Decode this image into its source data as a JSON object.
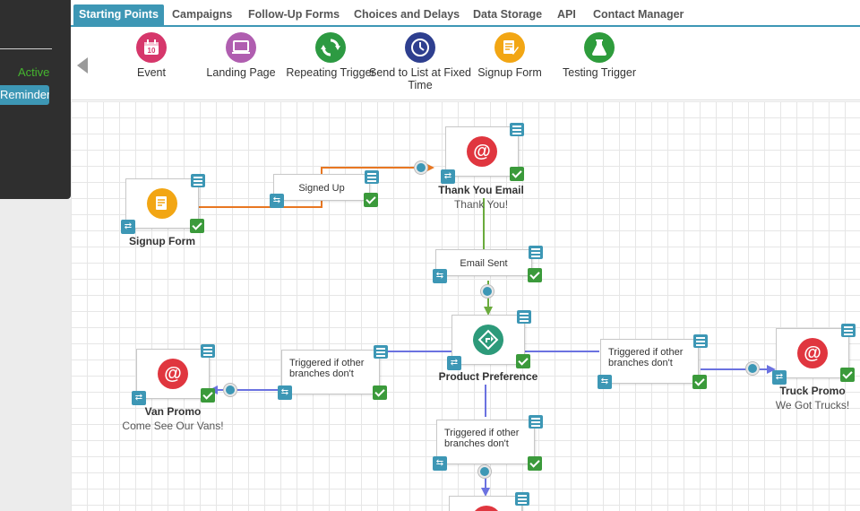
{
  "sidebar": {
    "status": "Active",
    "reminders_button": "Reminders"
  },
  "tabs": [
    {
      "label": "Starting Points",
      "active": true
    },
    {
      "label": "Campaigns"
    },
    {
      "label": "Follow-Up Forms"
    },
    {
      "label": "Choices and Delays"
    },
    {
      "label": "Data Storage"
    },
    {
      "label": "API"
    },
    {
      "label": "Contact Manager"
    }
  ],
  "palette": [
    {
      "label": "Event",
      "icon": "calendar-icon",
      "color": "#d6376b",
      "glyph": "10"
    },
    {
      "label": "Landing Page",
      "icon": "landing-page-icon",
      "color": "#b05eb0",
      "glyph": "▭"
    },
    {
      "label": "Repeating Trigger",
      "icon": "repeat-icon",
      "color": "#2d9a42",
      "glyph": "⟳"
    },
    {
      "label": "Send to List at Fixed Time",
      "icon": "clock-icon",
      "color": "#2e3f8f",
      "glyph": "◷"
    },
    {
      "label": "Signup Form",
      "icon": "form-icon",
      "color": "#f2a614",
      "glyph": "✎"
    },
    {
      "label": "Testing Trigger",
      "icon": "flask-icon",
      "color": "#2e9c3c",
      "glyph": "⚗"
    }
  ],
  "nodes": {
    "signup_form": {
      "label": "Signup Form"
    },
    "signed_up": {
      "text": "Signed Up"
    },
    "thank_you": {
      "label": "Thank You Email",
      "sub": "Thank You!"
    },
    "email_sent": {
      "text": "Email Sent"
    },
    "product_pref": {
      "label": "Product Preference"
    },
    "trig_left": {
      "text": "Triggered if other branches don't"
    },
    "trig_right": {
      "text": "Triggered if other branches don't"
    },
    "trig_bottom": {
      "text": "Triggered if other branches don't"
    },
    "van_promo": {
      "label": "Van Promo",
      "sub": "Come See Our Vans!"
    },
    "truck_promo": {
      "label": "Truck Promo",
      "sub": "We Got Trucks!"
    }
  },
  "colors": {
    "accent": "#3d97b5",
    "email_red": "#e0363f",
    "check_green": "#3b9a3b",
    "edge_orange": "#e87722",
    "edge_green": "#6aab3c",
    "edge_blue": "#6b72e0",
    "active_green": "#45b52f"
  }
}
